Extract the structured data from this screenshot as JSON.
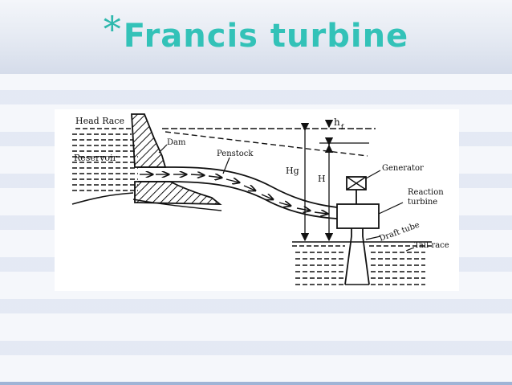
{
  "slide": {
    "title_marker": "*",
    "title": "Francis turbine"
  },
  "diagram": {
    "labels": {
      "head_race": "Head Race",
      "dam": "Dam",
      "reservoir": "Reservoir",
      "penstock": "Penstock",
      "hg": "Hg",
      "h": "H",
      "hf": "h",
      "hf_sub": "f",
      "generator": "Generator",
      "reaction_turbine_1": "Reaction",
      "reaction_turbine_2": "turbine",
      "draft_tube": "Draft tube",
      "tail_race": "Tail race"
    }
  }
}
